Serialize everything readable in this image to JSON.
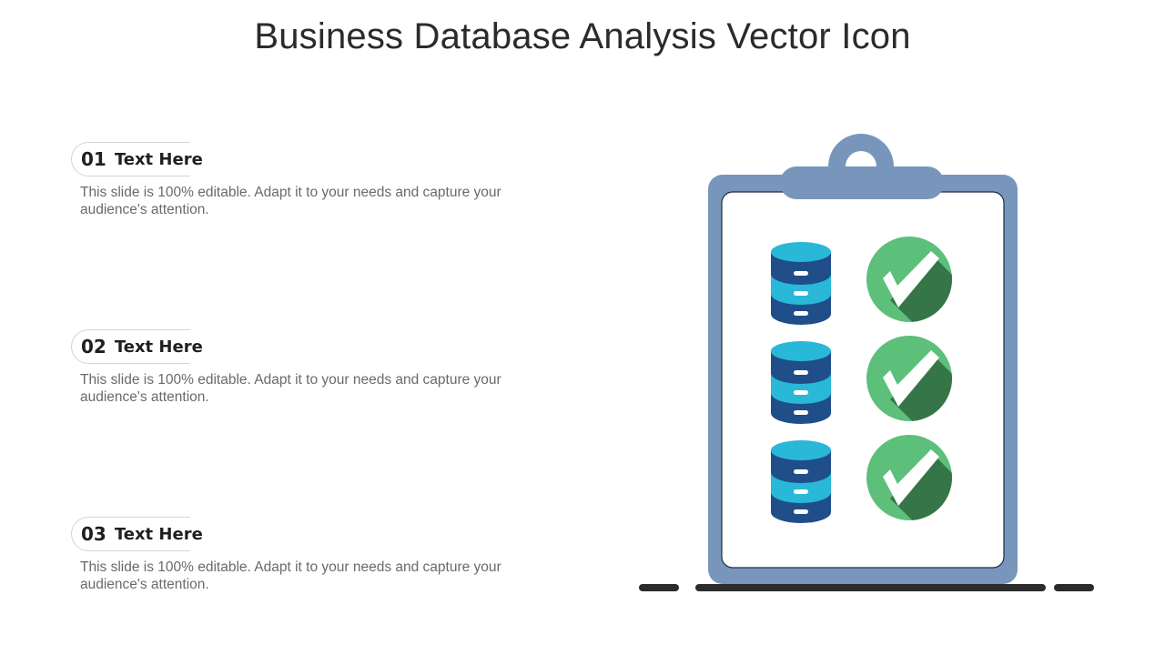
{
  "title": "Business Database Analysis Vector Icon",
  "items": [
    {
      "number": "01",
      "label": "Text Here",
      "text": "This slide is 100% editable. Adapt it to your needs and capture your audience's attention."
    },
    {
      "number": "02",
      "label": "Text Here",
      "text": "This slide is 100% editable. Adapt it to your needs and capture your audience's attention."
    },
    {
      "number": "03",
      "label": "Text Here",
      "text": "This slide is 100% editable. Adapt it to your needs and capture your audience's attention."
    }
  ],
  "colors": {
    "clipboard": "#7896bb",
    "db_dark": "#1f4e89",
    "db_light": "#29b8d8",
    "check_light": "#5cbf7a",
    "check_dark": "#357548",
    "ground": "#2b2b2b"
  },
  "icons": [
    "clipboard-icon",
    "database-icon",
    "check-circle-icon"
  ]
}
